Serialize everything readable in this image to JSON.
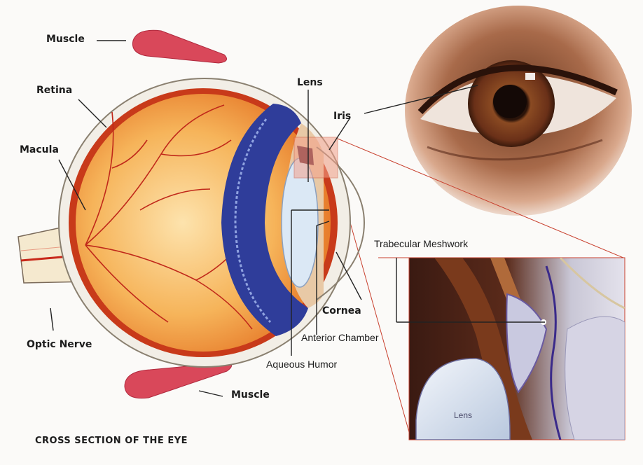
{
  "labels": {
    "muscle_top": "Muscle",
    "retina": "Retina",
    "macula": "Macula",
    "lens": "Lens",
    "iris": "Iris",
    "optic_nerve": "Optic Nerve",
    "trabecular_meshwork": "Trabecular Meshwork",
    "cornea": "Cornea",
    "anterior_chamber": "Anterior Chamber",
    "aqueous_humor": "Aqueous Humor",
    "muscle_bottom": "Muscle",
    "lens_inset": "Lens"
  },
  "caption": "CROSS SECTION OF THE EYE",
  "colors": {
    "background": "#fbfaf8",
    "sclera": "#f2eee6",
    "choroid": "#c83a1a",
    "retina_fill": "#f3a24c",
    "vitreous_blue": "#2f3d9a",
    "muscle": "#d9485a",
    "highlight_box": "#f3a08a",
    "iris_brown": "#7a3a1c",
    "callout_line": "#c8402e"
  }
}
